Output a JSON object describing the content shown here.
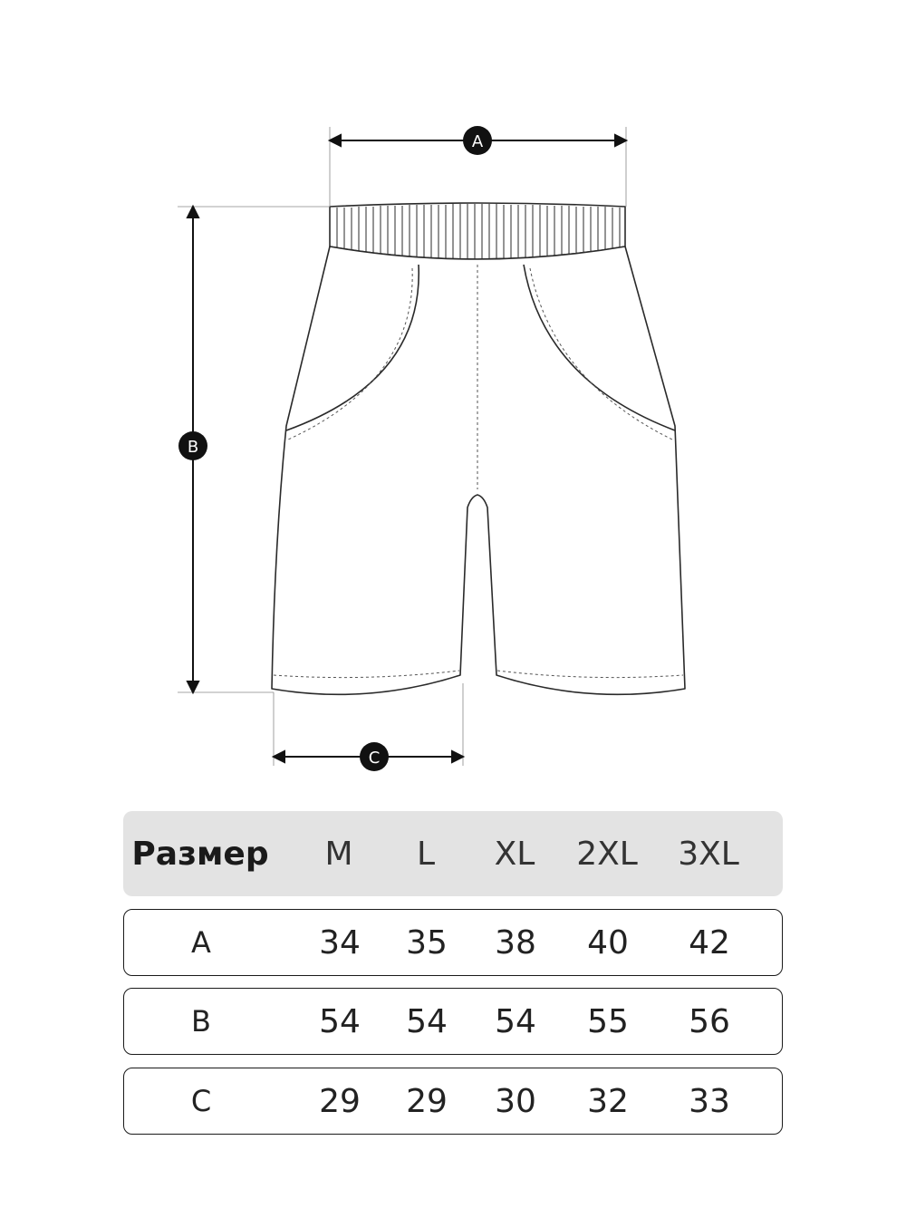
{
  "diagram": {
    "markers": [
      {
        "id": "A",
        "label": "A"
      },
      {
        "id": "B",
        "label": "B"
      },
      {
        "id": "C",
        "label": "C"
      }
    ]
  },
  "size_table": {
    "header": {
      "label": "Размер",
      "sizes": [
        "M",
        "L",
        "XL",
        "2XL",
        "3XL"
      ]
    },
    "rows": [
      {
        "label": "A",
        "values": [
          "34",
          "35",
          "38",
          "40",
          "42"
        ]
      },
      {
        "label": "B",
        "values": [
          "54",
          "54",
          "54",
          "55",
          "56"
        ]
      },
      {
        "label": "C",
        "values": [
          "29",
          "29",
          "30",
          "32",
          "33"
        ]
      }
    ]
  }
}
